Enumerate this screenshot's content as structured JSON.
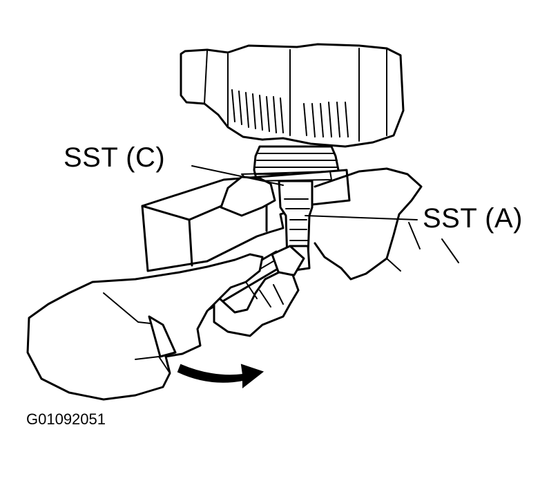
{
  "figure": {
    "labels": {
      "sst_c": "SST (C)",
      "sst_a": "SST (A)"
    },
    "figure_id": "G01092051",
    "colors": {
      "ink": "#000000",
      "background": "#ffffff"
    },
    "icons": {
      "rotation_arrow": "curved-arrow-right",
      "hands": "hands-holding-tool",
      "component": "alternator-housing"
    }
  }
}
